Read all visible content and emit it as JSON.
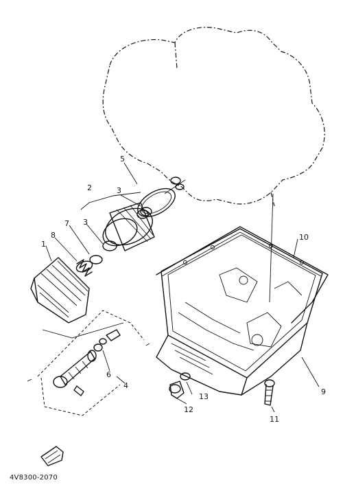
{
  "diagram": {
    "drawing_code": "4V8300-2070",
    "callouts": [
      {
        "id": "1",
        "label": "1"
      },
      {
        "id": "2",
        "label": "2"
      },
      {
        "id": "3a",
        "label": "3"
      },
      {
        "id": "3b",
        "label": "3"
      },
      {
        "id": "4",
        "label": "4"
      },
      {
        "id": "5",
        "label": "5"
      },
      {
        "id": "6",
        "label": "6"
      },
      {
        "id": "7",
        "label": "7"
      },
      {
        "id": "8",
        "label": "8"
      },
      {
        "id": "9",
        "label": "9"
      },
      {
        "id": "10",
        "label": "10"
      },
      {
        "id": "11",
        "label": "11"
      },
      {
        "id": "12",
        "label": "12"
      },
      {
        "id": "13",
        "label": "13"
      }
    ]
  }
}
